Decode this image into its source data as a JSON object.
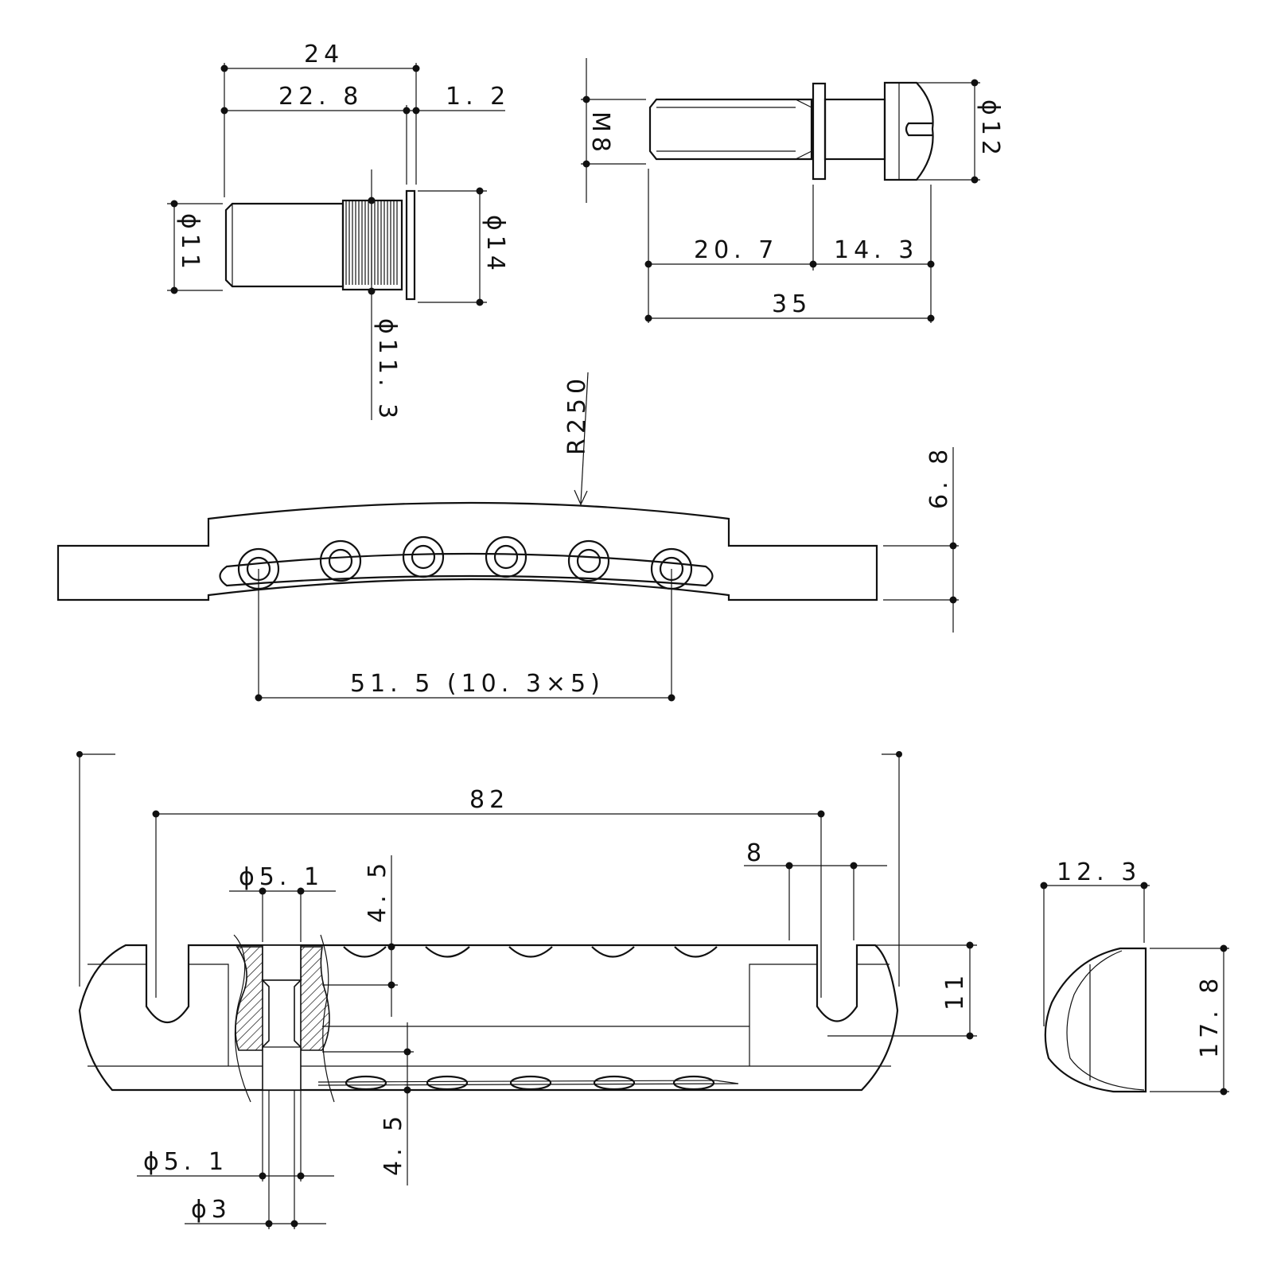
{
  "drawing": {
    "stud": {
      "overall_length": "24",
      "body_length": "22. 8",
      "flange_thickness": "1. 2",
      "body_diameter": "ϕ11",
      "knurl_diameter": "ϕ11. 3",
      "flange_diameter": "ϕ14"
    },
    "screw": {
      "thread": "M8",
      "head_diameter": "ϕ12",
      "thread_length": "20. 7",
      "shank_length": "14. 3",
      "overall_length": "35"
    },
    "bridge_front": {
      "radius": "R250",
      "height": "6. 8",
      "string_spacing": "51. 5 (10. 3×5)"
    },
    "tailpiece": {
      "post_spacing": "82",
      "slot_width": "8",
      "hole_top": "ϕ5. 1",
      "hole_bottom": "ϕ5. 1",
      "hole_through": "ϕ3",
      "offset_top": "4. 5",
      "offset_bottom": "4. 5",
      "height": "11"
    },
    "tailpiece_side": {
      "width": "12. 3",
      "height": "17. 8"
    }
  }
}
